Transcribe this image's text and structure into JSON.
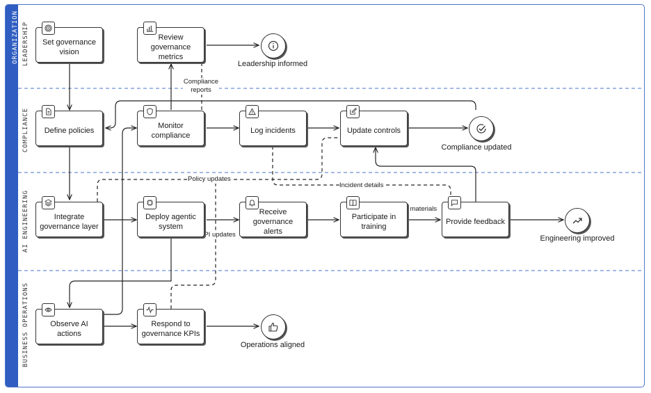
{
  "organization_label": "ORGANIZATION",
  "lanes": [
    {
      "id": "leadership",
      "label": "LEADERSHIP"
    },
    {
      "id": "compliance",
      "label": "COMPLIANCE"
    },
    {
      "id": "ai_engineering",
      "label": "AI ENGINEERING"
    },
    {
      "id": "business_operations",
      "label": "BUSINESS OPERATIONS"
    }
  ],
  "nodes": {
    "set_vision": {
      "label": "Set governance vision",
      "icon": "target-icon"
    },
    "review_metrics": {
      "label": "Review governance metrics",
      "icon": "bar-chart-icon"
    },
    "define_policies": {
      "label": "Define policies",
      "icon": "document-icon"
    },
    "monitor_compliance": {
      "label": "Monitor compliance",
      "icon": "shield-icon"
    },
    "log_incidents": {
      "label": "Log incidents",
      "icon": "warning-icon"
    },
    "update_controls": {
      "label": "Update controls",
      "icon": "edit-icon"
    },
    "integrate_layer": {
      "label": "Integrate governance layer",
      "icon": "layers-icon"
    },
    "deploy_system": {
      "label": "Deploy agentic system",
      "icon": "chip-icon"
    },
    "receive_alerts": {
      "label": "Receive governance alerts",
      "icon": "bell-icon"
    },
    "participate_training": {
      "label": "Participate in training",
      "icon": "book-icon"
    },
    "provide_feedback": {
      "label": "Provide feedback",
      "icon": "message-icon"
    },
    "observe_actions": {
      "label": "Observe AI actions",
      "icon": "eye-icon"
    },
    "respond_kpis": {
      "label": "Respond to governance KPIs",
      "icon": "activity-icon"
    }
  },
  "endpoints": {
    "leadership_informed": {
      "label": "Leadership informed",
      "icon": "info-icon"
    },
    "compliance_updated": {
      "label": "Compliance updated",
      "icon": "check-circle-icon"
    },
    "engineering_improved": {
      "label": "Engineering improved",
      "icon": "trending-up-icon"
    },
    "operations_aligned": {
      "label": "Operations aligned",
      "icon": "thumbs-up-icon"
    }
  },
  "flow_labels": {
    "compliance_reports": "Compliance reports",
    "policy_updates": "Policy updates",
    "incident_details": "Incident details",
    "training_materials": "Training materials",
    "kpi_updates": "KPI updates"
  },
  "colors": {
    "accent": "#2f5dc1",
    "lane_divider": "#6b8fd6",
    "stroke": "#333333"
  }
}
